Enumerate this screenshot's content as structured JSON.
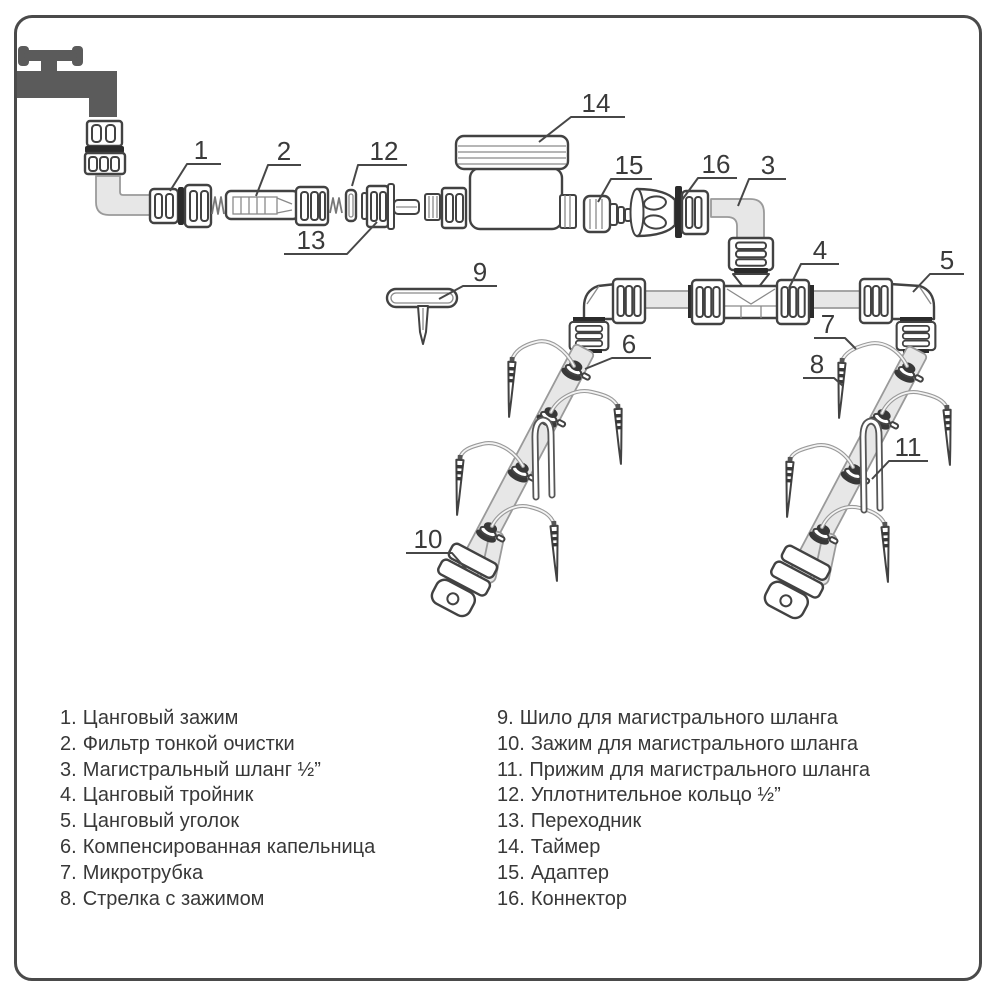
{
  "figure": {
    "kind": "drip-irrigation-kit-assembly-diagram",
    "language": "ru",
    "background": "#ffffff",
    "line_color": "#424242",
    "faucet_color": "#5b5b5b",
    "hose_color": "#e7e7e7"
  },
  "callouts": [
    "1",
    "2",
    "3",
    "4",
    "5",
    "6",
    "7",
    "8",
    "9",
    "10",
    "11",
    "12",
    "13",
    "14",
    "15",
    "16"
  ],
  "legend": {
    "left": [
      {
        "num": "1.",
        "label": "Цанговый зажим"
      },
      {
        "num": "2.",
        "label": "Фильтр тонкой очистки"
      },
      {
        "num": "3.",
        "label": "Магистральный шланг ½”"
      },
      {
        "num": "4.",
        "label": "Цанговый тройник"
      },
      {
        "num": "5.",
        "label": "Цанговый уголок"
      },
      {
        "num": "6.",
        "label": "Компенсированная капельница"
      },
      {
        "num": "7.",
        "label": "Микротрубка"
      },
      {
        "num": "8.",
        "label": "Стрелка с зажимом"
      }
    ],
    "right": [
      {
        "num": "9.",
        "label": "Шило для магистрального шланга"
      },
      {
        "num": "10.",
        "label": "Зажим для магистрального шланга"
      },
      {
        "num": "11.",
        "label": "Прижим для магистрального шланга"
      },
      {
        "num": "12.",
        "label": "Уплотнительное кольцо ½”"
      },
      {
        "num": "13.",
        "label": "Переходник"
      },
      {
        "num": "14.",
        "label": "Таймер"
      },
      {
        "num": "15.",
        "label": "Адаптер"
      },
      {
        "num": "16.",
        "label": "Коннектор"
      }
    ]
  }
}
